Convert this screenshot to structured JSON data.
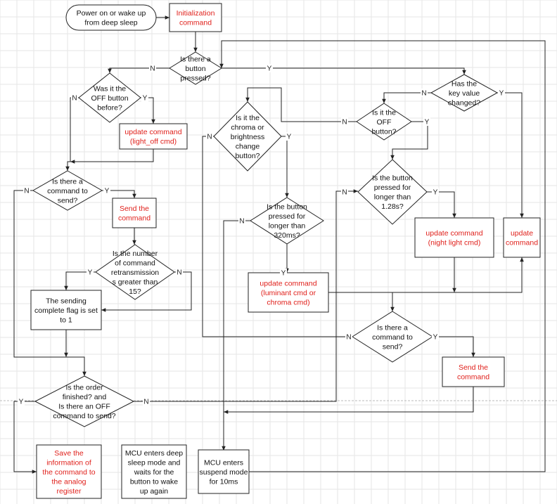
{
  "colors": {
    "red_text": "#e0201b",
    "black_text": "#111111",
    "line": "#222222",
    "grid": "#e6e6e6"
  },
  "nodes": {
    "start": {
      "lines": [
        "Power on or wake up",
        "from deep sleep"
      ],
      "color": "black"
    },
    "init": {
      "lines": [
        "Initialization",
        "command"
      ],
      "color": "red"
    },
    "btn_pressed": {
      "lines": [
        "Is there a",
        "button",
        "pressed?"
      ],
      "color": "black"
    },
    "was_off": {
      "lines": [
        "Was it the",
        "OFF button",
        "before?"
      ],
      "color": "black"
    },
    "update_light_off": {
      "lines": [
        "update command",
        "(light_off cmd)"
      ],
      "color": "red"
    },
    "is_cmd_send1": {
      "lines": [
        "Is there a",
        "command to",
        "send?"
      ],
      "color": "black"
    },
    "send_cmd1": {
      "lines": [
        "Send the",
        "command"
      ],
      "color": "red"
    },
    "retrans": {
      "lines": [
        "Is the number",
        "of command",
        "retransmission",
        "s greater than",
        "15?"
      ],
      "color": "black"
    },
    "complete_flag": {
      "lines": [
        "The sending",
        "complete flag is set",
        "to 1"
      ],
      "color": "black"
    },
    "chroma": {
      "lines": [
        "Is it the",
        "chroma or",
        "brightness",
        "change",
        "button?"
      ],
      "color": "black"
    },
    "longer320": {
      "lines": [
        "Is the button",
        "pressed for",
        "longer than",
        "320ms?"
      ],
      "color": "black"
    },
    "update_luminant": {
      "lines": [
        "update command",
        "(luminant cmd or",
        "chroma cmd)"
      ],
      "color": "red"
    },
    "key_changed": {
      "lines": [
        "Has the",
        "key value",
        "changed?"
      ],
      "color": "black"
    },
    "is_off": {
      "lines": [
        "Is it the",
        "OFF",
        "button?"
      ],
      "color": "black"
    },
    "longer128": {
      "lines": [
        "Is the button",
        "pressed for",
        "longer than",
        "1.28s?"
      ],
      "color": "black"
    },
    "update_night": {
      "lines": [
        "update command",
        "(night light cmd)"
      ],
      "color": "red"
    },
    "update_cmd": {
      "lines": [
        "update",
        "command"
      ],
      "color": "red"
    },
    "is_cmd_send2": {
      "lines": [
        "Is there a",
        "command to",
        "send?"
      ],
      "color": "black"
    },
    "send_cmd2": {
      "lines": [
        "Send the",
        "command"
      ],
      "color": "red"
    },
    "order_finished": {
      "lines": [
        "Is the order",
        "finished? and",
        "Is there an OFF",
        "command to send?"
      ],
      "color": "black"
    },
    "save_info": {
      "lines": [
        "Save the",
        "information of",
        "the command  to",
        "the analog",
        "register"
      ],
      "color": "red"
    },
    "deep_sleep": {
      "lines": [
        "MCU enters deep",
        "sleep mode and",
        "waits for the",
        "button to wake",
        "up again"
      ],
      "color": "black"
    },
    "suspend": {
      "lines": [
        "MCU enters",
        "suspend mode",
        "for 10ms"
      ],
      "color": "black"
    }
  },
  "labels": {
    "yes": "Y",
    "no": "N"
  }
}
